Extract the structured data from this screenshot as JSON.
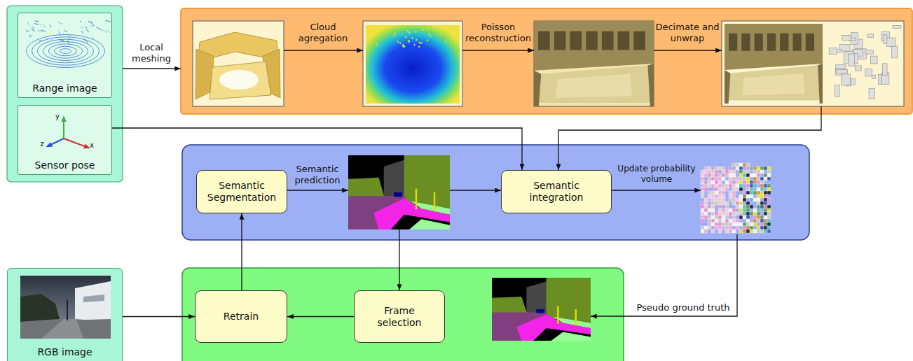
{
  "diagram": {
    "nodes": [
      {
        "text": [
          "Range image"
        ]
      },
      {
        "text": [
          "Sensor pose"
        ]
      },
      {
        "text": [
          "RGB image"
        ]
      },
      {
        "text": [
          "Semantic Segmentation"
        ]
      },
      {
        "text": [
          "Semantic integration"
        ]
      },
      {
        "text": [
          "Frame selection"
        ]
      },
      {
        "text": [
          "Retrain"
        ]
      }
    ],
    "edges": [
      {
        "from": 1,
        "to": 4,
        "arrow": "to"
      },
      {
        "from": 5,
        "to": 6,
        "arrow": "to"
      },
      {
        "from": 2,
        "to": 6,
        "arrow": "to"
      },
      {
        "from": 6,
        "to": 3,
        "arrow": "to"
      }
    ],
    "labels": [
      "Local meshing",
      "Cloud agregation",
      "Poisson reconstruction",
      "Decimate and unwrap",
      "Semantic prediction",
      "Update probability volume",
      "Pseudo ground truth",
      "y",
      "x",
      "z"
    ]
  }
}
